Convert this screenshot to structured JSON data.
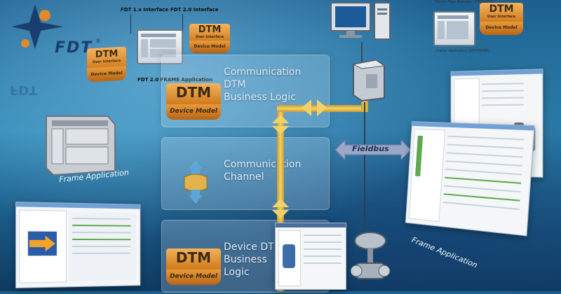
{
  "logo": {
    "text": "FDT",
    "registered": "®"
  },
  "diagram": {
    "fdt1_interface": "FDT 1.x Interface",
    "fdt2_interface": "FDT 2.0 Interface",
    "fdt2_frame": "FDT 2.0 FRAME Application",
    "left_badge": {
      "title": "DTM",
      "line1": "User Interface",
      "line2": "Device Model"
    },
    "right_badge": {
      "title": "DTM",
      "line1": "User Interface",
      "line2": "Device Model"
    },
    "tr_badge": {
      "title": "DTM",
      "line1": "User Interface",
      "line2": "Device Model"
    },
    "tr_label_top": "Device Type Manager (DTM/DTM)",
    "tr_label_bottom": "Frame application (DT/FRAME)"
  },
  "panels": {
    "comm_dtm": {
      "badge_title": "DTM",
      "badge_sub": "Device Model",
      "line1": "Communication",
      "line2": "DTM",
      "line3": "Business Logic"
    },
    "comm_channel": {
      "line1": "Communication",
      "line2": "Channel"
    },
    "device_dtm": {
      "badge_title": "DTM",
      "badge_sub": "Device Model",
      "line1": "Device DTM",
      "line2": "Business",
      "line3": "Logic"
    }
  },
  "labels": {
    "frame_app_left": "Frame Application",
    "frame_app_right": "Frame Application",
    "fieldbus": "Fieldbus"
  },
  "colors": {
    "background": "#2f86b3",
    "orange": "#e69a3a",
    "pipe": "#f2d16b",
    "fieldbus": "#9aa7c8"
  }
}
